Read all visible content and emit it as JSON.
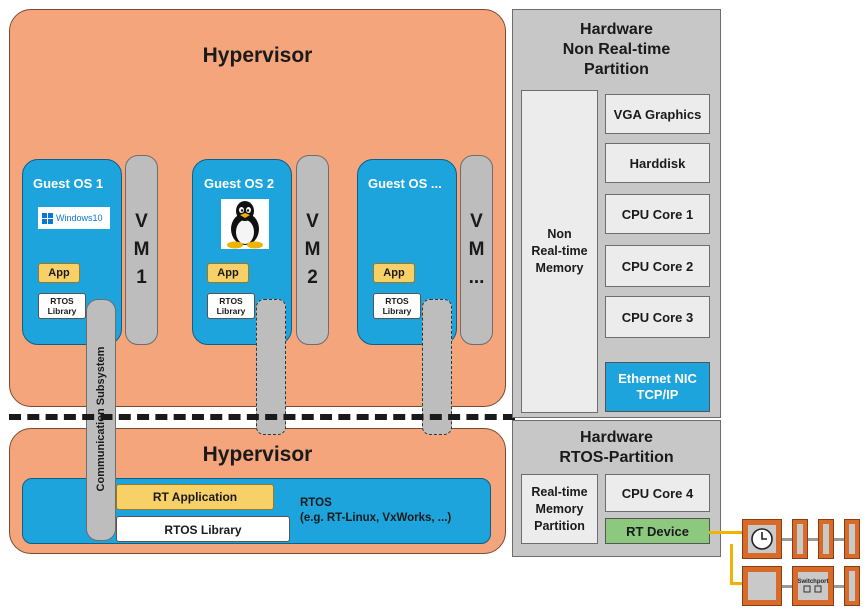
{
  "hypervisor_top": {
    "title": "Hypervisor"
  },
  "hypervisor_bottom": {
    "title": "Hypervisor"
  },
  "guests": [
    {
      "title": "Guest OS 1",
      "logo_text": "Windows10",
      "app": "App",
      "lib_line1": "RTOS",
      "lib_line2": "Library",
      "vm": [
        "V",
        "M",
        "1"
      ]
    },
    {
      "title": "Guest OS 2",
      "logo_text": "",
      "app": "App",
      "lib_line1": "RTOS",
      "lib_line2": "Library",
      "vm": [
        "V",
        "M",
        "2"
      ]
    },
    {
      "title": "Guest OS ...",
      "logo_text": "",
      "app": "App",
      "lib_line1": "RTOS",
      "lib_line2": "Library",
      "vm": [
        "V",
        "M",
        "..."
      ]
    }
  ],
  "communication_subsystem": "Communication Subsystem",
  "rt_app": "RT Application",
  "rtos_library": "RTOS Library",
  "rtos": {
    "line1": "RTOS",
    "line2": "(e.g. RT-Linux, VxWorks, ...)"
  },
  "hw_nrt": {
    "title_lines": [
      "Hardware",
      "Non Real-time",
      "Partition"
    ],
    "memory_lines": [
      "Non",
      "Real-time",
      "Memory"
    ],
    "components": [
      "VGA Graphics",
      "Harddisk",
      "CPU Core 1",
      "CPU Core 2",
      "CPU Core 3"
    ],
    "nic_lines": [
      "Ethernet NIC",
      "TCP/IP"
    ]
  },
  "hw_rtos": {
    "title_lines": [
      "Hardware",
      "RTOS-Partition"
    ],
    "memory_lines": [
      "Real-time",
      "Memory",
      "Partition"
    ],
    "cpu": "CPU Core 4",
    "device": "RT Device"
  },
  "switchport_label": "Switchport",
  "colors": {
    "hypervisor": "#f4a57c",
    "guest": "#1ea4dc",
    "vm": "#bdbdbd",
    "app": "#f8d068",
    "rt_device": "#8cc97e",
    "hardware": "#c7c7c7",
    "fieldbus": "#d96b2a"
  },
  "icons": {
    "windows_logo": "windows-logo-icon",
    "linux_logo": "tux-penguin-icon",
    "clock": "clock-icon",
    "network": "network-port-icon"
  }
}
